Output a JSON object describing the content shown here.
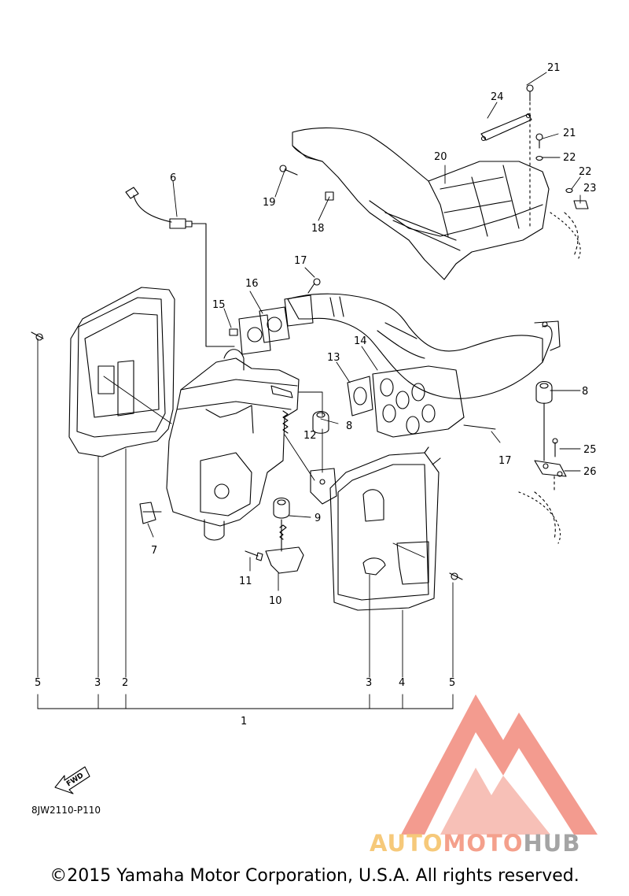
{
  "callouts": [
    "21",
    "24",
    "21",
    "22",
    "20",
    "22",
    "23",
    "19",
    "18",
    "6",
    "17",
    "16",
    "15",
    "13",
    "14",
    "8",
    "12",
    "8",
    "17",
    "25",
    "26",
    "7",
    "9",
    "11",
    "10",
    "5",
    "3",
    "2",
    "3",
    "4",
    "5",
    "1"
  ],
  "fwd_label": "FWD",
  "diagram_code": "8JW2110-P110",
  "watermark": {
    "part1": "AUTO",
    "part2": "MOTO",
    "part3": "HUB"
  },
  "copyright": "©2015 Yamaha Motor Corporation, U.S.A. All rights reserved.",
  "colors": {
    "line": "#000000",
    "watermark_red": "#f28a7c",
    "watermark_yellow": "#f6c97a",
    "watermark_gray": "#a4a4a4"
  }
}
